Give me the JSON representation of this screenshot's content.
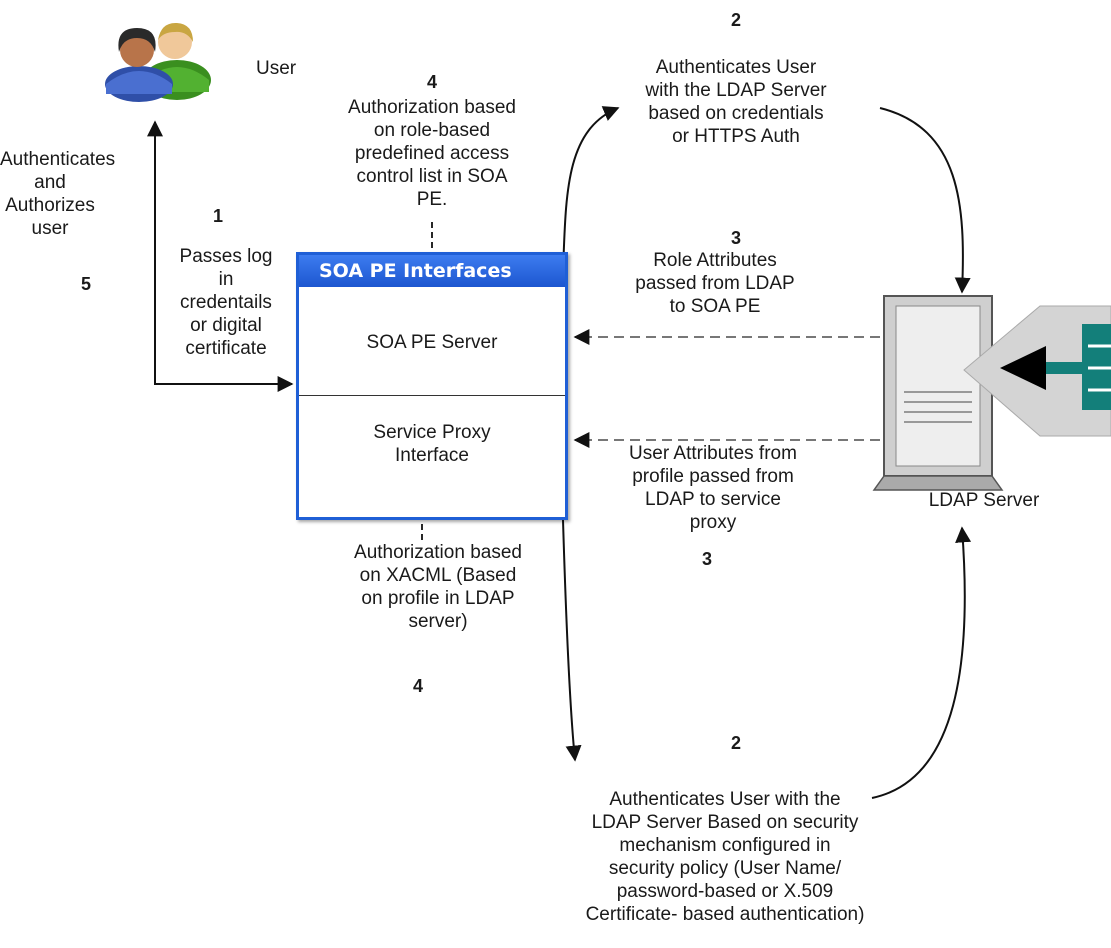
{
  "user": {
    "label": "User"
  },
  "steps": {
    "s1": {
      "num": "1",
      "text": [
        "Passes log",
        "in",
        "credentails",
        "or digital",
        "certificate"
      ]
    },
    "s2_top": {
      "num": "2",
      "text": [
        "Authenticates User",
        "with the LDAP Server",
        "based on credentials",
        "or HTTPS Auth"
      ]
    },
    "s2_bottom": {
      "num": "2",
      "text": [
        "Authenticates User with the",
        "LDAP Server Based on security",
        "mechanism configured in",
        "security policy (User Name/",
        "password-based or X.509",
        "Certificate- based authentication)"
      ]
    },
    "s3_top": {
      "num": "3",
      "text": [
        "Role Attributes",
        "passed from LDAP",
        "to SOA PE"
      ]
    },
    "s3_bottom": {
      "num": "3",
      "text": [
        "User Attributes from",
        "profile passed from",
        "LDAP to service",
        "proxy"
      ]
    },
    "s4_top": {
      "num": "4",
      "text": [
        "Authorization based",
        "on role-based",
        "predefined access",
        "control list in SOA",
        "PE."
      ]
    },
    "s4_bottom": {
      "num": "4",
      "text": [
        "Authorization based",
        "on XACML (Based",
        "on profile in LDAP",
        "server)"
      ]
    },
    "s5": {
      "num": "5",
      "text": [
        "Authenticates",
        "and",
        "Authorizes",
        "user"
      ]
    }
  },
  "interfaces": {
    "title": "SOA PE Interfaces",
    "server": "SOA PE Server",
    "proxy": [
      "Service Proxy",
      "Interface"
    ]
  },
  "ldap": {
    "label": "LDAP Server"
  }
}
